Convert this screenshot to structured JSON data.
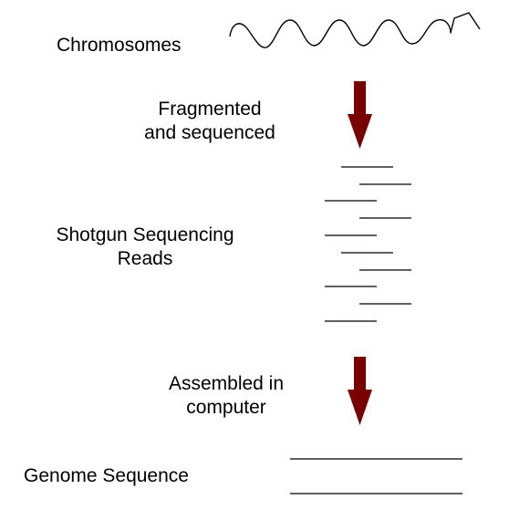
{
  "labels": {
    "chromosomes": "Chromosomes",
    "fragmented_line1": "Fragmented",
    "fragmented_line2": "and sequenced",
    "reads_line1": "Shotgun Sequencing",
    "reads_line2": "Reads",
    "assembled_line1": "Assembled in",
    "assembled_line2": "computer",
    "genome": "Genome Sequence"
  },
  "colors": {
    "arrow": "#7a0000",
    "line": "#000000"
  },
  "icons": [
    "chromosome-squiggle",
    "down-arrow",
    "down-arrow"
  ]
}
